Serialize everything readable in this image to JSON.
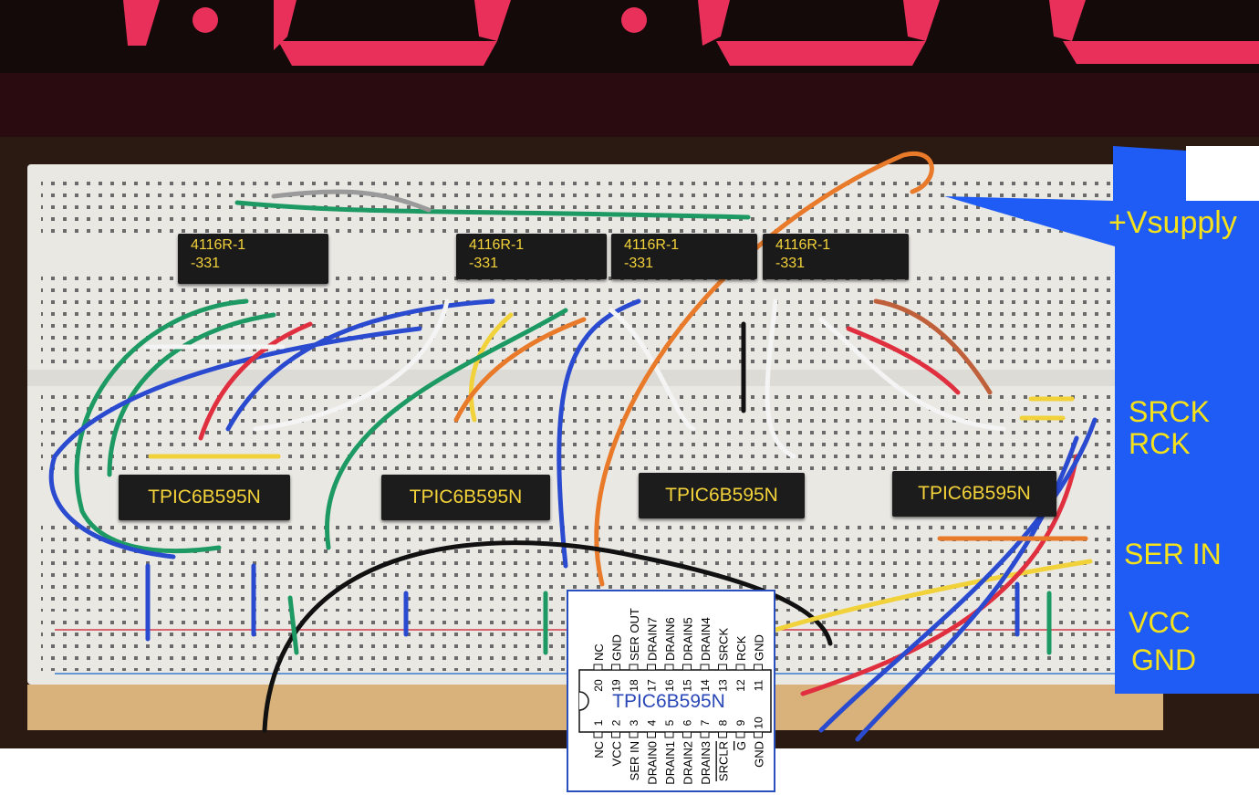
{
  "colors": {
    "annotation_panel": "#1e5cf5",
    "annotation_text": "#f6e21b",
    "display_red": "#e8305a",
    "chip_label": "#f3d23a",
    "pinout_title": "#2a47b8"
  },
  "resistor_arrays": [
    {
      "line1": "4116R-1",
      "line2": "-331"
    },
    {
      "line1": "4116R-1",
      "line2": "-331"
    },
    {
      "line1": "4116R-1",
      "line2": "-331"
    },
    {
      "line1": "4116R-1",
      "line2": "-331"
    }
  ],
  "shift_registers": [
    "TPIC6B595N",
    "TPIC6B595N",
    "TPIC6B595N",
    "TPIC6B595N"
  ],
  "annotations": {
    "vsupply": "+Vsupply",
    "srck": "SRCK",
    "rck": "RCK",
    "ser_in": "SER IN",
    "vcc": "VCC",
    "gnd": "GND"
  },
  "pinout": {
    "title": "TPIC6B595N",
    "top_pins": [
      {
        "num": "20",
        "name": "NC"
      },
      {
        "num": "19",
        "name": "GND"
      },
      {
        "num": "18",
        "name": "SER OUT"
      },
      {
        "num": "17",
        "name": "DRAIN7"
      },
      {
        "num": "16",
        "name": "DRAIN6"
      },
      {
        "num": "15",
        "name": "DRAIN5"
      },
      {
        "num": "14",
        "name": "DRAIN4"
      },
      {
        "num": "13",
        "name": "SRCK"
      },
      {
        "num": "12",
        "name": "RCK"
      },
      {
        "num": "11",
        "name": "GND"
      }
    ],
    "bottom_pins": [
      {
        "num": "1",
        "name": "NC"
      },
      {
        "num": "2",
        "name": "VCC"
      },
      {
        "num": "3",
        "name": "SER IN"
      },
      {
        "num": "4",
        "name": "DRAIN0"
      },
      {
        "num": "5",
        "name": "DRAIN1"
      },
      {
        "num": "6",
        "name": "DRAIN2"
      },
      {
        "num": "7",
        "name": "DRAIN3"
      },
      {
        "num": "8",
        "name": "SRCLR"
      },
      {
        "num": "9",
        "name": "G"
      },
      {
        "num": "10",
        "name": "GND"
      }
    ]
  }
}
